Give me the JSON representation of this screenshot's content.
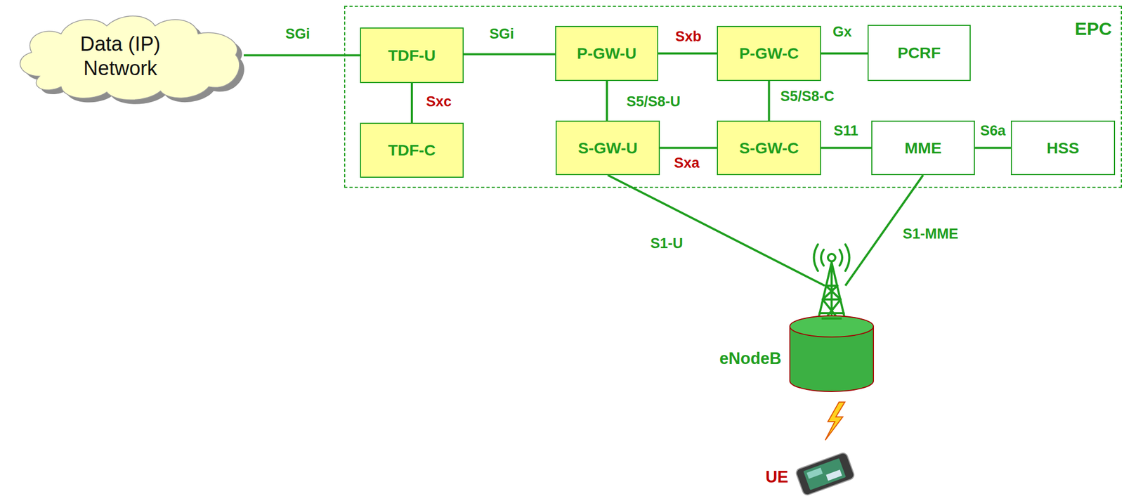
{
  "diagram": {
    "nodes": [
      {
        "text": [
          "Data (IP) Network"
        ]
      },
      {
        "text": [
          "EPC"
        ]
      },
      {
        "text": [
          "TDF-U"
        ],
        "in": 1
      },
      {
        "text": [
          "P-GW-U"
        ],
        "in": 1
      },
      {
        "text": [
          "P-GW-C"
        ],
        "in": 1
      },
      {
        "text": [
          "PCRF"
        ],
        "in": 1
      },
      {
        "text": [
          "TDF-C"
        ],
        "in": 1
      },
      {
        "text": [
          "S-GW-U"
        ],
        "in": 1
      },
      {
        "text": [
          "S-GW-C"
        ],
        "in": 1
      },
      {
        "text": [
          "MME"
        ],
        "in": 1
      },
      {
        "text": [
          "HSS"
        ],
        "in": 1
      },
      {
        "text": [
          "eNodeB"
        ]
      },
      {
        "text": [
          "UE"
        ]
      }
    ],
    "edges": [
      {
        "from": 0,
        "to": 2,
        "label": "SGi",
        "arrow": "none"
      },
      {
        "from": 2,
        "to": 3,
        "label": "SGi",
        "arrow": "none"
      },
      {
        "from": 2,
        "to": 6,
        "label": "Sxc",
        "arrow": "none"
      },
      {
        "from": 3,
        "to": 4,
        "label": "Sxb",
        "arrow": "none"
      },
      {
        "from": 4,
        "to": 5,
        "label": "Gx",
        "arrow": "none"
      },
      {
        "from": 3,
        "to": 7,
        "label": "S5/S8-U",
        "arrow": "none"
      },
      {
        "from": 4,
        "to": 8,
        "label": "S5/S8-C",
        "arrow": "none"
      },
      {
        "from": 7,
        "to": 8,
        "label": "Sxa",
        "arrow": "none"
      },
      {
        "from": 8,
        "to": 9,
        "label": "S11",
        "arrow": "none"
      },
      {
        "from": 9,
        "to": 10,
        "label": "S6a",
        "arrow": "none"
      },
      {
        "from": 7,
        "to": 11,
        "label": "S1-U",
        "arrow": "none"
      },
      {
        "from": 9,
        "to": 11,
        "label": "S1-MME",
        "arrow": "none"
      }
    ]
  }
}
